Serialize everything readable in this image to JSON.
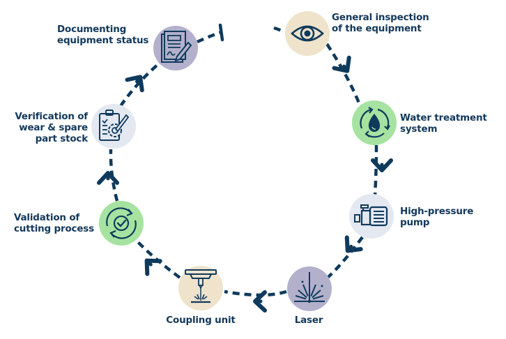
{
  "diagram": {
    "title": "",
    "colors": {
      "line": "#0f3a5c",
      "text": "#13385a",
      "beige": "#efe3cc",
      "green": "#a6e3a1",
      "lavender": "#b3b0cc",
      "light": "#e4e8f1"
    },
    "steps": [
      {
        "id": "general-inspection",
        "label_lines": [
          "General inspection",
          "of the equipment"
        ],
        "icon": "eye-icon",
        "fill": "beige"
      },
      {
        "id": "water-treatment",
        "label_lines": [
          "Water treatment",
          "system"
        ],
        "icon": "water-recycle-icon",
        "fill": "green"
      },
      {
        "id": "high-pressure-pump",
        "label_lines": [
          "High-pressure",
          "pump"
        ],
        "icon": "pump-icon",
        "fill": "light"
      },
      {
        "id": "laser",
        "label_lines": [
          "Laser"
        ],
        "icon": "laser-burst-icon",
        "fill": "lavender"
      },
      {
        "id": "coupling-unit",
        "label_lines": [
          "Coupling unit"
        ],
        "icon": "cutting-head-icon",
        "fill": "beige"
      },
      {
        "id": "validation",
        "label_lines": [
          "Validation of",
          "cutting process"
        ],
        "icon": "cycle-check-icon",
        "fill": "green"
      },
      {
        "id": "verification",
        "label_lines": [
          "Verification of",
          "wear & spare",
          "part stock"
        ],
        "icon": "clipboard-gear-icon",
        "fill": "light"
      },
      {
        "id": "documenting",
        "label_lines": [
          "Documenting",
          "equipment status"
        ],
        "icon": "document-sign-icon",
        "fill": "lavender"
      }
    ]
  }
}
